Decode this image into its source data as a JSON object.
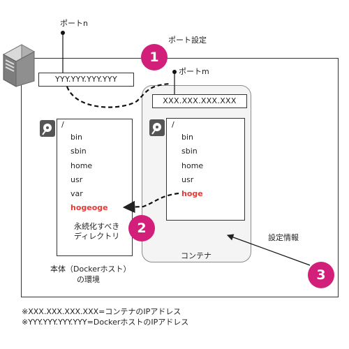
{
  "host": {
    "port_label": "ポートn",
    "ip": "YYY.YYY.YYY.YYY",
    "root": "/",
    "dirs": [
      "bin",
      "sbin",
      "home",
      "usr",
      "var"
    ],
    "highlight_dir": "hogeoge",
    "persist_label_1": "永続化すべき",
    "persist_label_2": "ディレクトリ",
    "env_label_1": "本体（Dockerホスト）",
    "env_label_2": "の環境"
  },
  "container": {
    "port_label": "ポートm",
    "ip": "XXX.XXX.XXX.XXX",
    "root": "/",
    "dirs": [
      "bin",
      "sbin",
      "home",
      "usr"
    ],
    "highlight_dir": "hoge",
    "label": "コンテナ"
  },
  "port_setting_label": "ポート設定",
  "config_label": "設定情報",
  "badges": [
    "1",
    "2",
    "3"
  ],
  "notes": [
    "※XXX.XXX.XXX.XXX=コンテナのIPアドレス",
    "※YYY.YYY.YYY.YYY=DockerホストのIPアドレス"
  ],
  "colors": {
    "badge": "#d11f7a",
    "highlight": "#e53935"
  }
}
